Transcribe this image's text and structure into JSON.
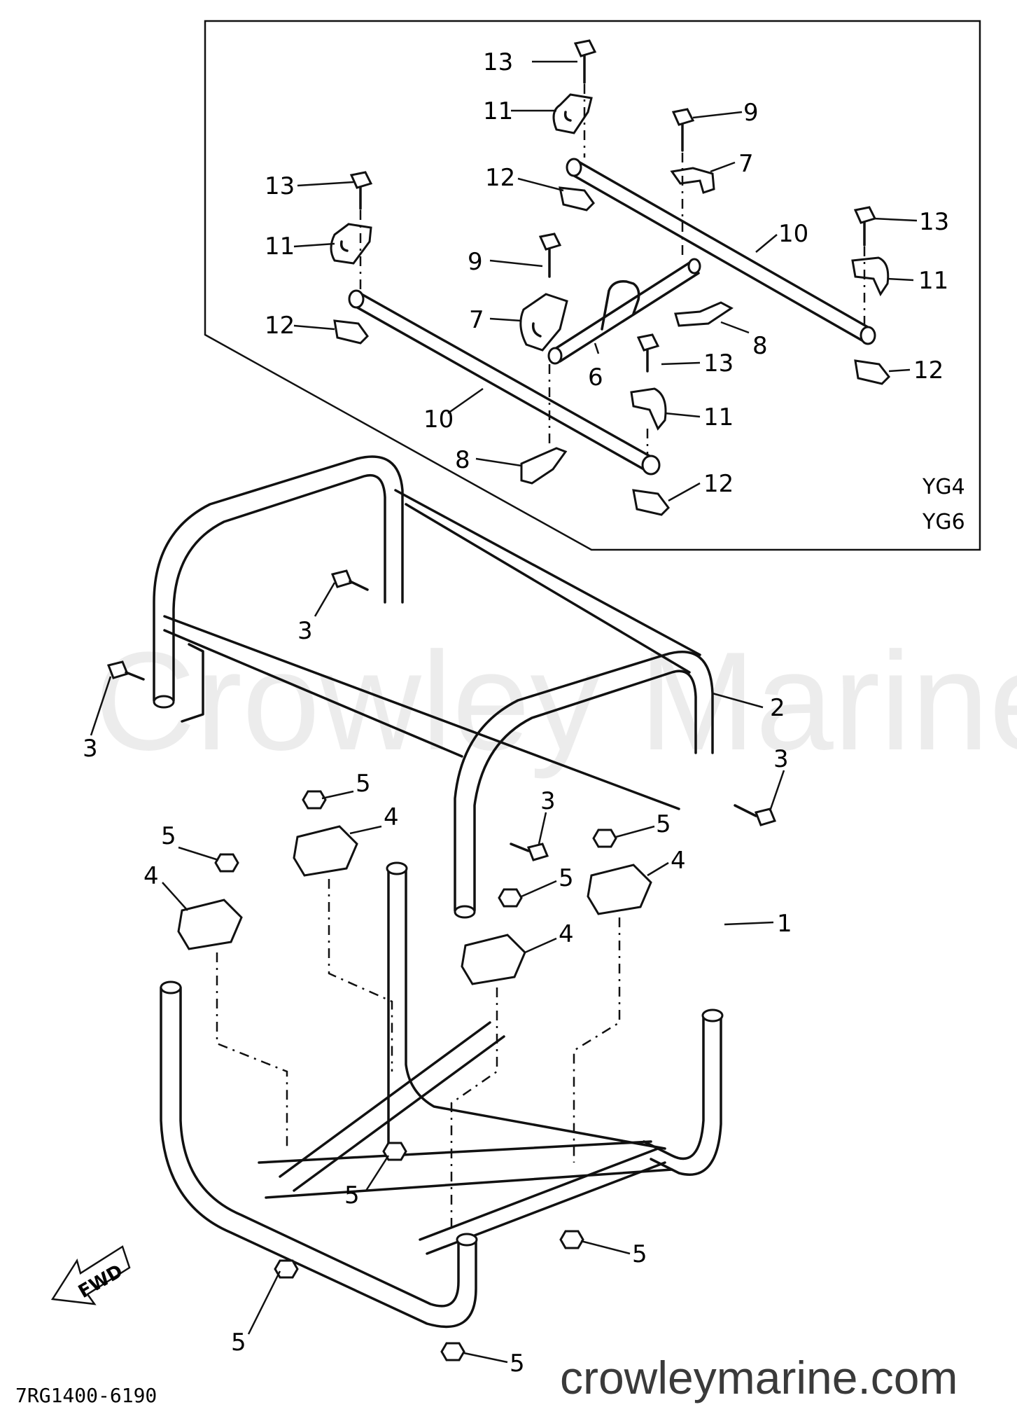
{
  "diagram": {
    "callouts": [
      {
        "id": "c1",
        "label": "1"
      },
      {
        "id": "c2",
        "label": "2"
      },
      {
        "id": "c3a",
        "label": "3"
      },
      {
        "id": "c3b",
        "label": "3"
      },
      {
        "id": "c3c",
        "label": "3"
      },
      {
        "id": "c3d",
        "label": "3"
      },
      {
        "id": "c4a",
        "label": "4"
      },
      {
        "id": "c4b",
        "label": "4"
      },
      {
        "id": "c4c",
        "label": "4"
      },
      {
        "id": "c4d",
        "label": "4"
      },
      {
        "id": "c5a",
        "label": "5"
      },
      {
        "id": "c5b",
        "label": "5"
      },
      {
        "id": "c5c",
        "label": "5"
      },
      {
        "id": "c5d",
        "label": "5"
      },
      {
        "id": "c5e",
        "label": "5"
      },
      {
        "id": "c5f",
        "label": "5"
      },
      {
        "id": "c5g",
        "label": "5"
      },
      {
        "id": "c5h",
        "label": "5"
      },
      {
        "id": "c6",
        "label": "6"
      },
      {
        "id": "c7a",
        "label": "7"
      },
      {
        "id": "c7b",
        "label": "7"
      },
      {
        "id": "c8a",
        "label": "8"
      },
      {
        "id": "c8b",
        "label": "8"
      },
      {
        "id": "c9a",
        "label": "9"
      },
      {
        "id": "c9b",
        "label": "9"
      },
      {
        "id": "c10a",
        "label": "10"
      },
      {
        "id": "c10b",
        "label": "10"
      },
      {
        "id": "c11a",
        "label": "11"
      },
      {
        "id": "c11b",
        "label": "11"
      },
      {
        "id": "c11c",
        "label": "11"
      },
      {
        "id": "c11d",
        "label": "11"
      },
      {
        "id": "c12a",
        "label": "12"
      },
      {
        "id": "c12b",
        "label": "12"
      },
      {
        "id": "c12c",
        "label": "12"
      },
      {
        "id": "c12d",
        "label": "12"
      },
      {
        "id": "c13a",
        "label": "13"
      },
      {
        "id": "c13b",
        "label": "13"
      },
      {
        "id": "c13c",
        "label": "13"
      },
      {
        "id": "c13d",
        "label": "13"
      }
    ],
    "model_tags": [
      "YG4",
      "YG6"
    ],
    "fwd_label": "FWD",
    "part_code": "7RG1400-6190",
    "watermark": "Crowley Marine",
    "site": "crowleymarine.com"
  }
}
